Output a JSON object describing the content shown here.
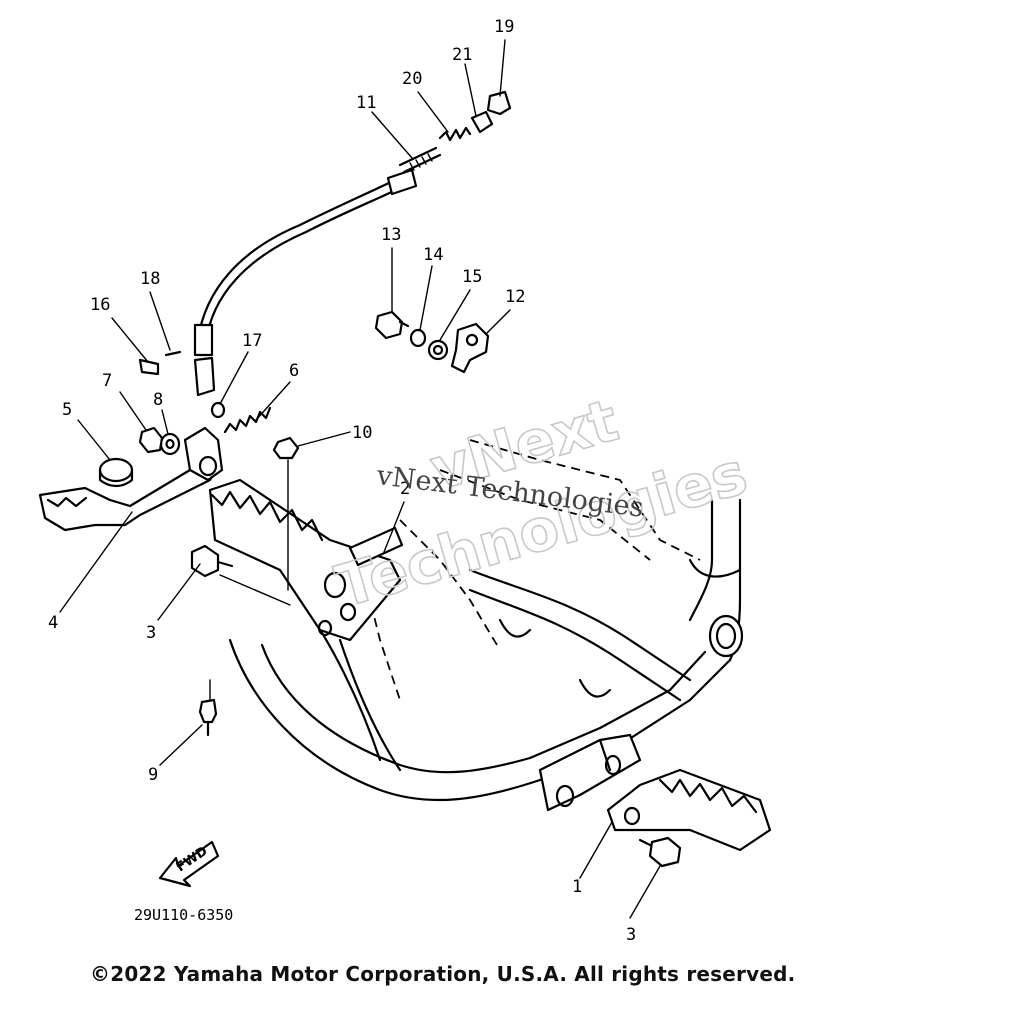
{
  "diagram": {
    "part_code": "29U110-6350",
    "fwd_label": "FWD",
    "callouts": [
      "19",
      "21",
      "20",
      "11",
      "13",
      "14",
      "15",
      "12",
      "18",
      "16",
      "17",
      "7",
      "6",
      "8",
      "5",
      "10",
      "2",
      "4",
      "3",
      "9",
      "1"
    ],
    "callout_3b": "3"
  },
  "watermark": {
    "outline_line1": "vNext",
    "outline_line2": "Technologies",
    "plain_text": "vNext Technologies"
  },
  "footer": {
    "copyright": "©2022 Yamaha Motor Corporation, U.S.A. All rights reserved."
  }
}
